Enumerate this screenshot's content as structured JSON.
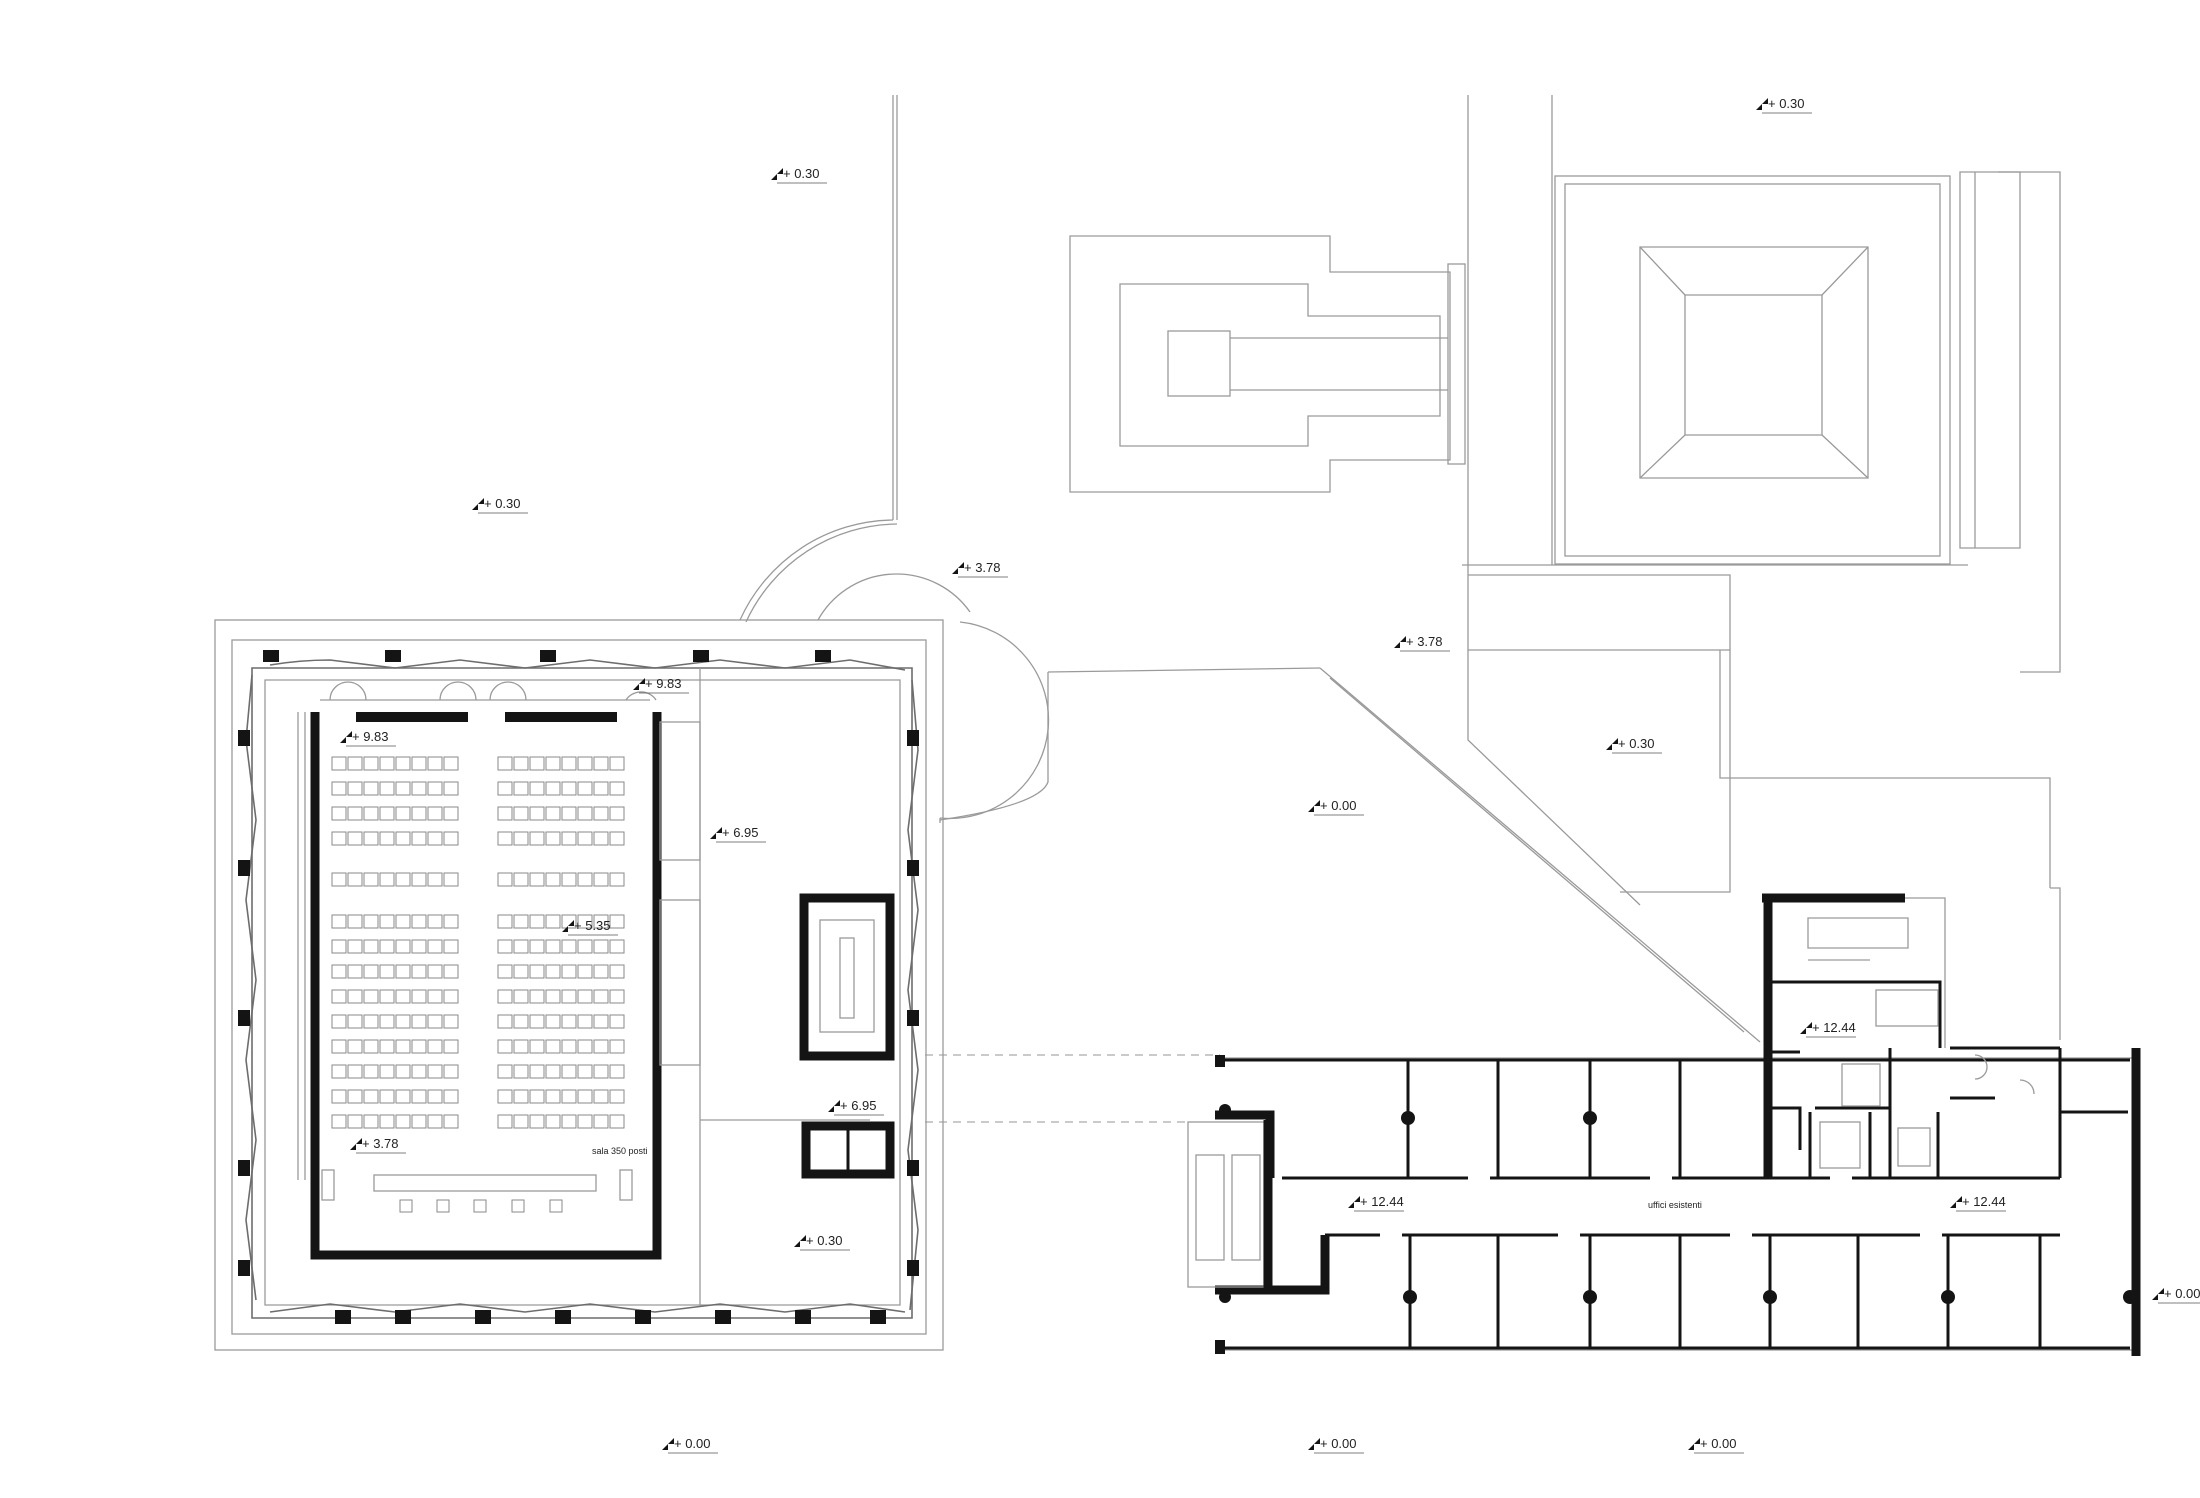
{
  "drawing": {
    "labels": {
      "hall": "sala 350 posti",
      "offices": "uffici esistenti"
    },
    "levels": [
      "+ 0.30",
      "+ 0.30",
      "+ 0.30",
      "+ 3.78",
      "+ 3.78",
      "+ 0.30",
      "+ 0.00",
      "+ 9.83",
      "+ 9.83",
      "+ 6.95",
      "+ 5.35",
      "+ 6.95",
      "+ 3.78",
      "+ 0.30",
      "+ 12.44",
      "+ 12.44",
      "+ 12.44",
      "+ 0.00",
      "+ 0.00",
      "+ 0.00",
      "+ 0.00"
    ]
  }
}
